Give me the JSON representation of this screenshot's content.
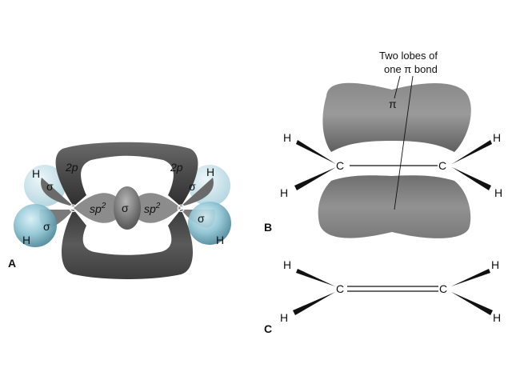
{
  "panel_a": {
    "panel_label": "A",
    "carbon_left": "C",
    "carbon_right": "C",
    "hydrogen_upper_left": "H",
    "hydrogen_lower_left": "H",
    "hydrogen_upper_right": "H",
    "hydrogen_lower_right": "H",
    "p_orbital_left": "2p",
    "p_orbital_right": "2p",
    "sp2_left": "sp",
    "sp2_right": "sp",
    "superscript": "2",
    "sigma_cc": "σ",
    "sigma_ch_upper_left": "σ",
    "sigma_ch_lower_left": "σ",
    "sigma_ch_upper_right": "σ",
    "sigma_ch_lower_right": "σ"
  },
  "panel_b": {
    "panel_label": "B",
    "annotation_line1": "Two lobes of",
    "annotation_line2": "one π bond",
    "pi_label": "π",
    "carbon_left": "C",
    "carbon_right": "C",
    "hydrogen_upper_left": "H",
    "hydrogen_lower_left": "H",
    "hydrogen_upper_right": "H",
    "hydrogen_lower_right": "H"
  },
  "panel_c": {
    "panel_label": "C",
    "carbon_left": "C",
    "carbon_right": "C",
    "hydrogen_upper_left": "H",
    "hydrogen_lower_left": "H",
    "hydrogen_upper_right": "H",
    "hydrogen_lower_right": "H"
  },
  "colors": {
    "orbital_dark": "#4a4a4a",
    "orbital_mid": "#7a7a7a",
    "orbital_light": "#a8a8a8",
    "hydrogen_sphere": "#8fc4d3",
    "background": "#ffffff"
  }
}
